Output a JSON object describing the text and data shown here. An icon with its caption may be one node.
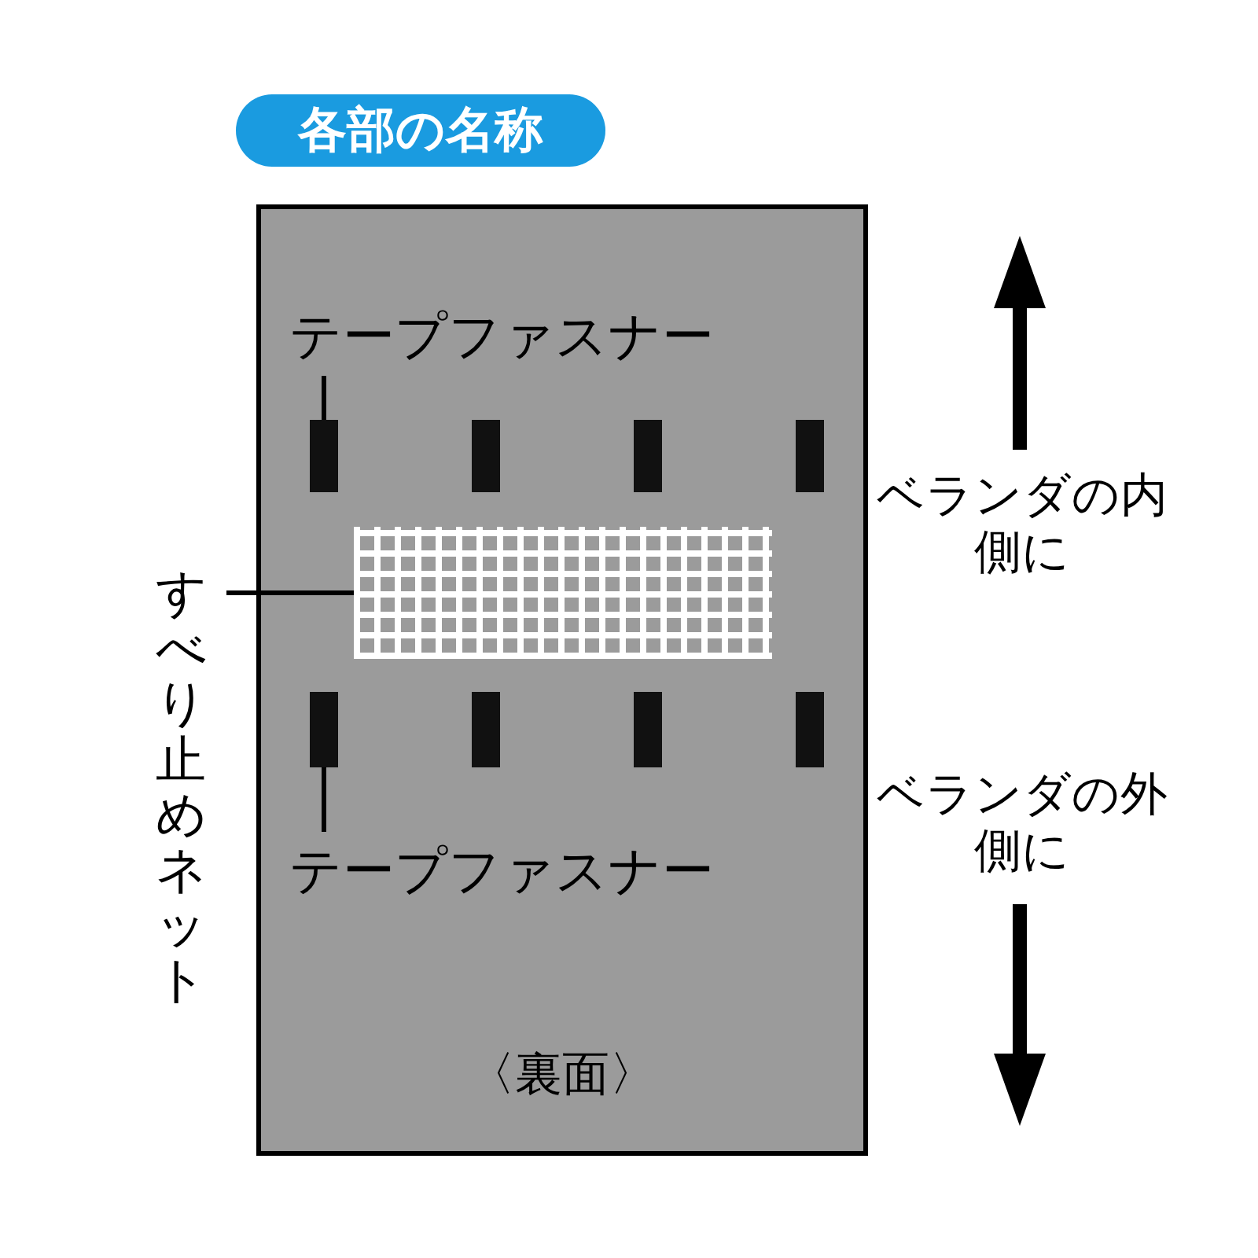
{
  "diagram": {
    "title": "各部の名称",
    "nodes": [
      {
        "text": [
          "〈裏面〉"
        ]
      },
      {
        "text": [
          "テープファスナー"
        ],
        "in": 0
      },
      {
        "text": [],
        "shape": "bar",
        "in": 0
      },
      {
        "text": [],
        "shape": "bar",
        "in": 0
      },
      {
        "text": [],
        "shape": "bar",
        "in": 0
      },
      {
        "text": [],
        "shape": "bar",
        "in": 0
      },
      {
        "text": [],
        "shape": "box",
        "in": 0
      },
      {
        "text": [
          "すべり止めネット"
        ]
      },
      {
        "text": [],
        "shape": "bar",
        "in": 0
      },
      {
        "text": [],
        "shape": "bar",
        "in": 0
      },
      {
        "text": [],
        "shape": "bar",
        "in": 0
      },
      {
        "text": [],
        "shape": "bar",
        "in": 0
      },
      {
        "text": [
          "テープファスナー"
        ],
        "in": 0
      }
    ],
    "edges": [
      {
        "from": 1,
        "to": 2,
        "arrow": "none"
      },
      {
        "from": 7,
        "to": 6,
        "arrow": "none"
      },
      {
        "from": 12,
        "to": 8,
        "arrow": "none"
      }
    ],
    "labels": [
      "ベランダの内側に",
      "ベランダの外側に"
    ]
  }
}
